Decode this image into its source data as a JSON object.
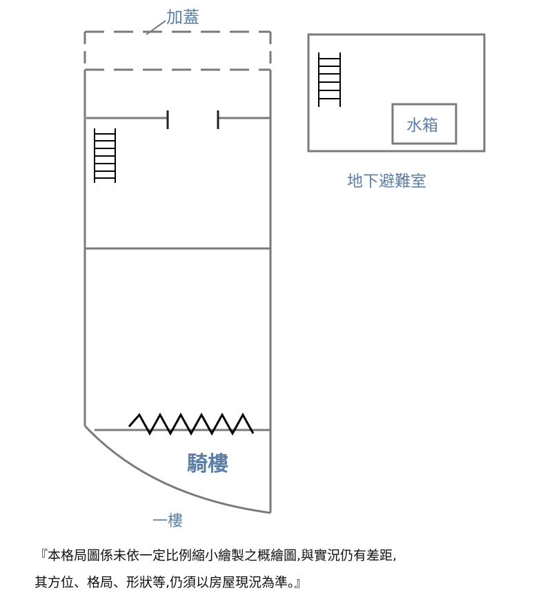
{
  "labels": {
    "rooftop_addition": "加蓋",
    "water_tank": "水箱",
    "basement_shelter": "地下避難室",
    "arcade": "騎樓",
    "first_floor": "一樓"
  },
  "disclaimer": {
    "line1": "『本格局圖係未依一定比例縮小繪製之概繪圖,與實況仍有差距,",
    "line2": "其方位、格局、形狀等,仍須以房屋現況為準。』"
  },
  "colors": {
    "wall": "#7a7a7a",
    "label": "#5b7fa6",
    "stairs": "#000000"
  }
}
